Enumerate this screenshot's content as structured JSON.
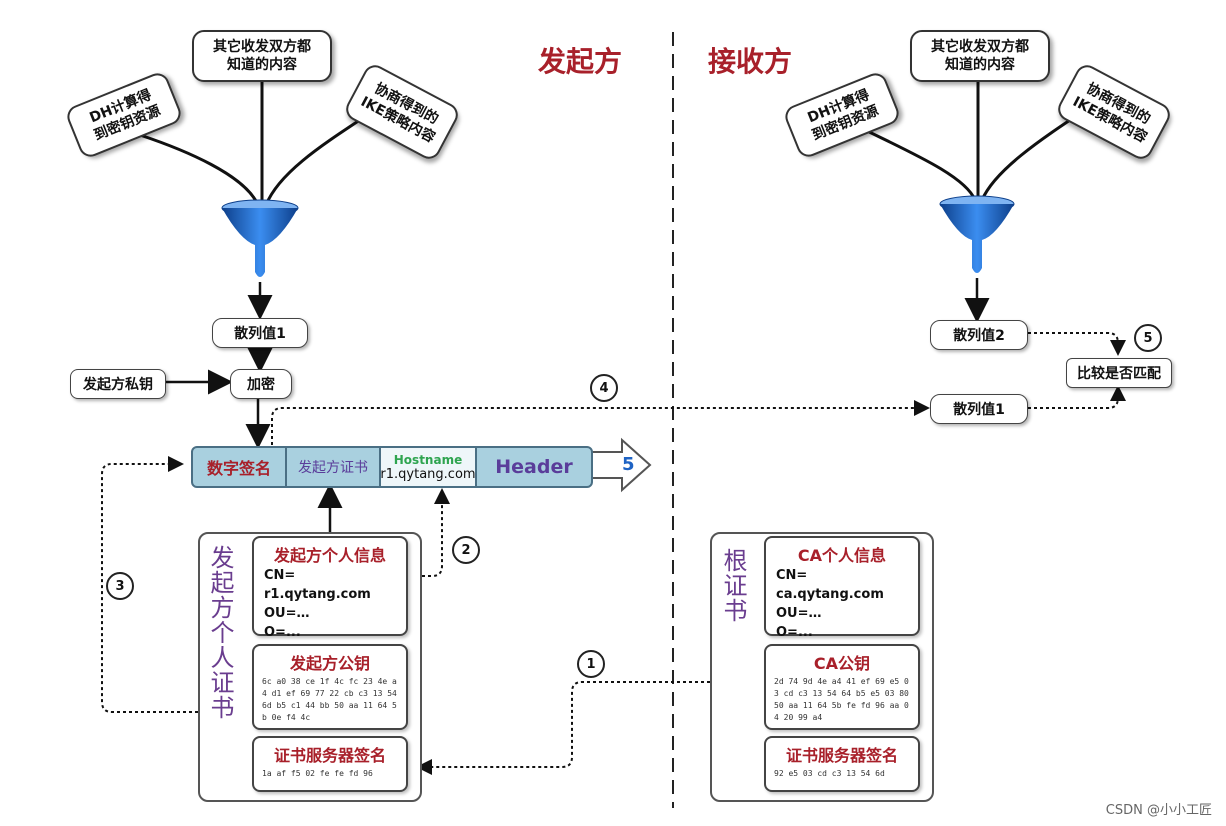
{
  "titles": {
    "left": "发起方",
    "right": "接收方"
  },
  "left": {
    "bubbles": {
      "dh": "DH计算得\n到密钥资源",
      "known": "其它收发双方都\n知道的内容",
      "ike": "协商得到的\nIKE策略内容"
    },
    "hash": "散列值1",
    "private_key": "发起方私钥",
    "encrypt": "加密",
    "bar": {
      "sig": "数字签名",
      "cert": "发起方证书",
      "hostname_label": "Hostname",
      "hostname_value": "r1.qytang.com",
      "header": "Header",
      "arrow_num": "5"
    },
    "cert": {
      "title": "发起方个人证书",
      "info_title": "发起方个人信息",
      "cn": "CN= r1.qytang.com",
      "ou": "OU=…",
      "o": "O=...",
      "pubkey_title": "发起方公钥",
      "pubkey_hex": "6c a0 38 ce 1f 4c fc 23 4e a4 d1 ef 69 77 22 cb c3 13 54 6d b5 c1 44 bb 50 aa 11 64 5b 0e f4 4c",
      "sig_title": "证书服务器签名",
      "sig_hex": "1a af f5 02 fe fe fd 96"
    }
  },
  "right": {
    "bubbles": {
      "dh": "DH计算得\n到密钥资源",
      "known": "其它收发双方都\n知道的内容",
      "ike": "协商得到的\nIKE策略内容"
    },
    "hash2": "散列值2",
    "hash1": "散列值1",
    "compare": "比较是否匹配",
    "cert": {
      "title": "根证书",
      "info_title": "CA个人信息",
      "cn": "CN= ca.qytang.com",
      "ou": "OU=…",
      "o": "O=...",
      "pubkey_title": "CA公钥",
      "pubkey_hex": "2d 74 9d 4e a4 41 ef 69 e5 03 cd c3 13 54 64 b5 e5 03 80 50 aa 11 64 5b fe fd 96 aa 04 20 99 a4",
      "sig_title": "证书服务器签名",
      "sig_hex": "92 e5 03 cd c3 13 54 6d"
    }
  },
  "steps": [
    "1",
    "2",
    "3",
    "4",
    "5"
  ],
  "colors": {
    "accent_red": "#a8202a",
    "funnel_blue": "#1e63c4",
    "bar_fill": "#a9d0df",
    "hostname_green": "#2ea44f",
    "header_purple": "#5a3d9a"
  },
  "watermark": "CSDN @小小工匠"
}
